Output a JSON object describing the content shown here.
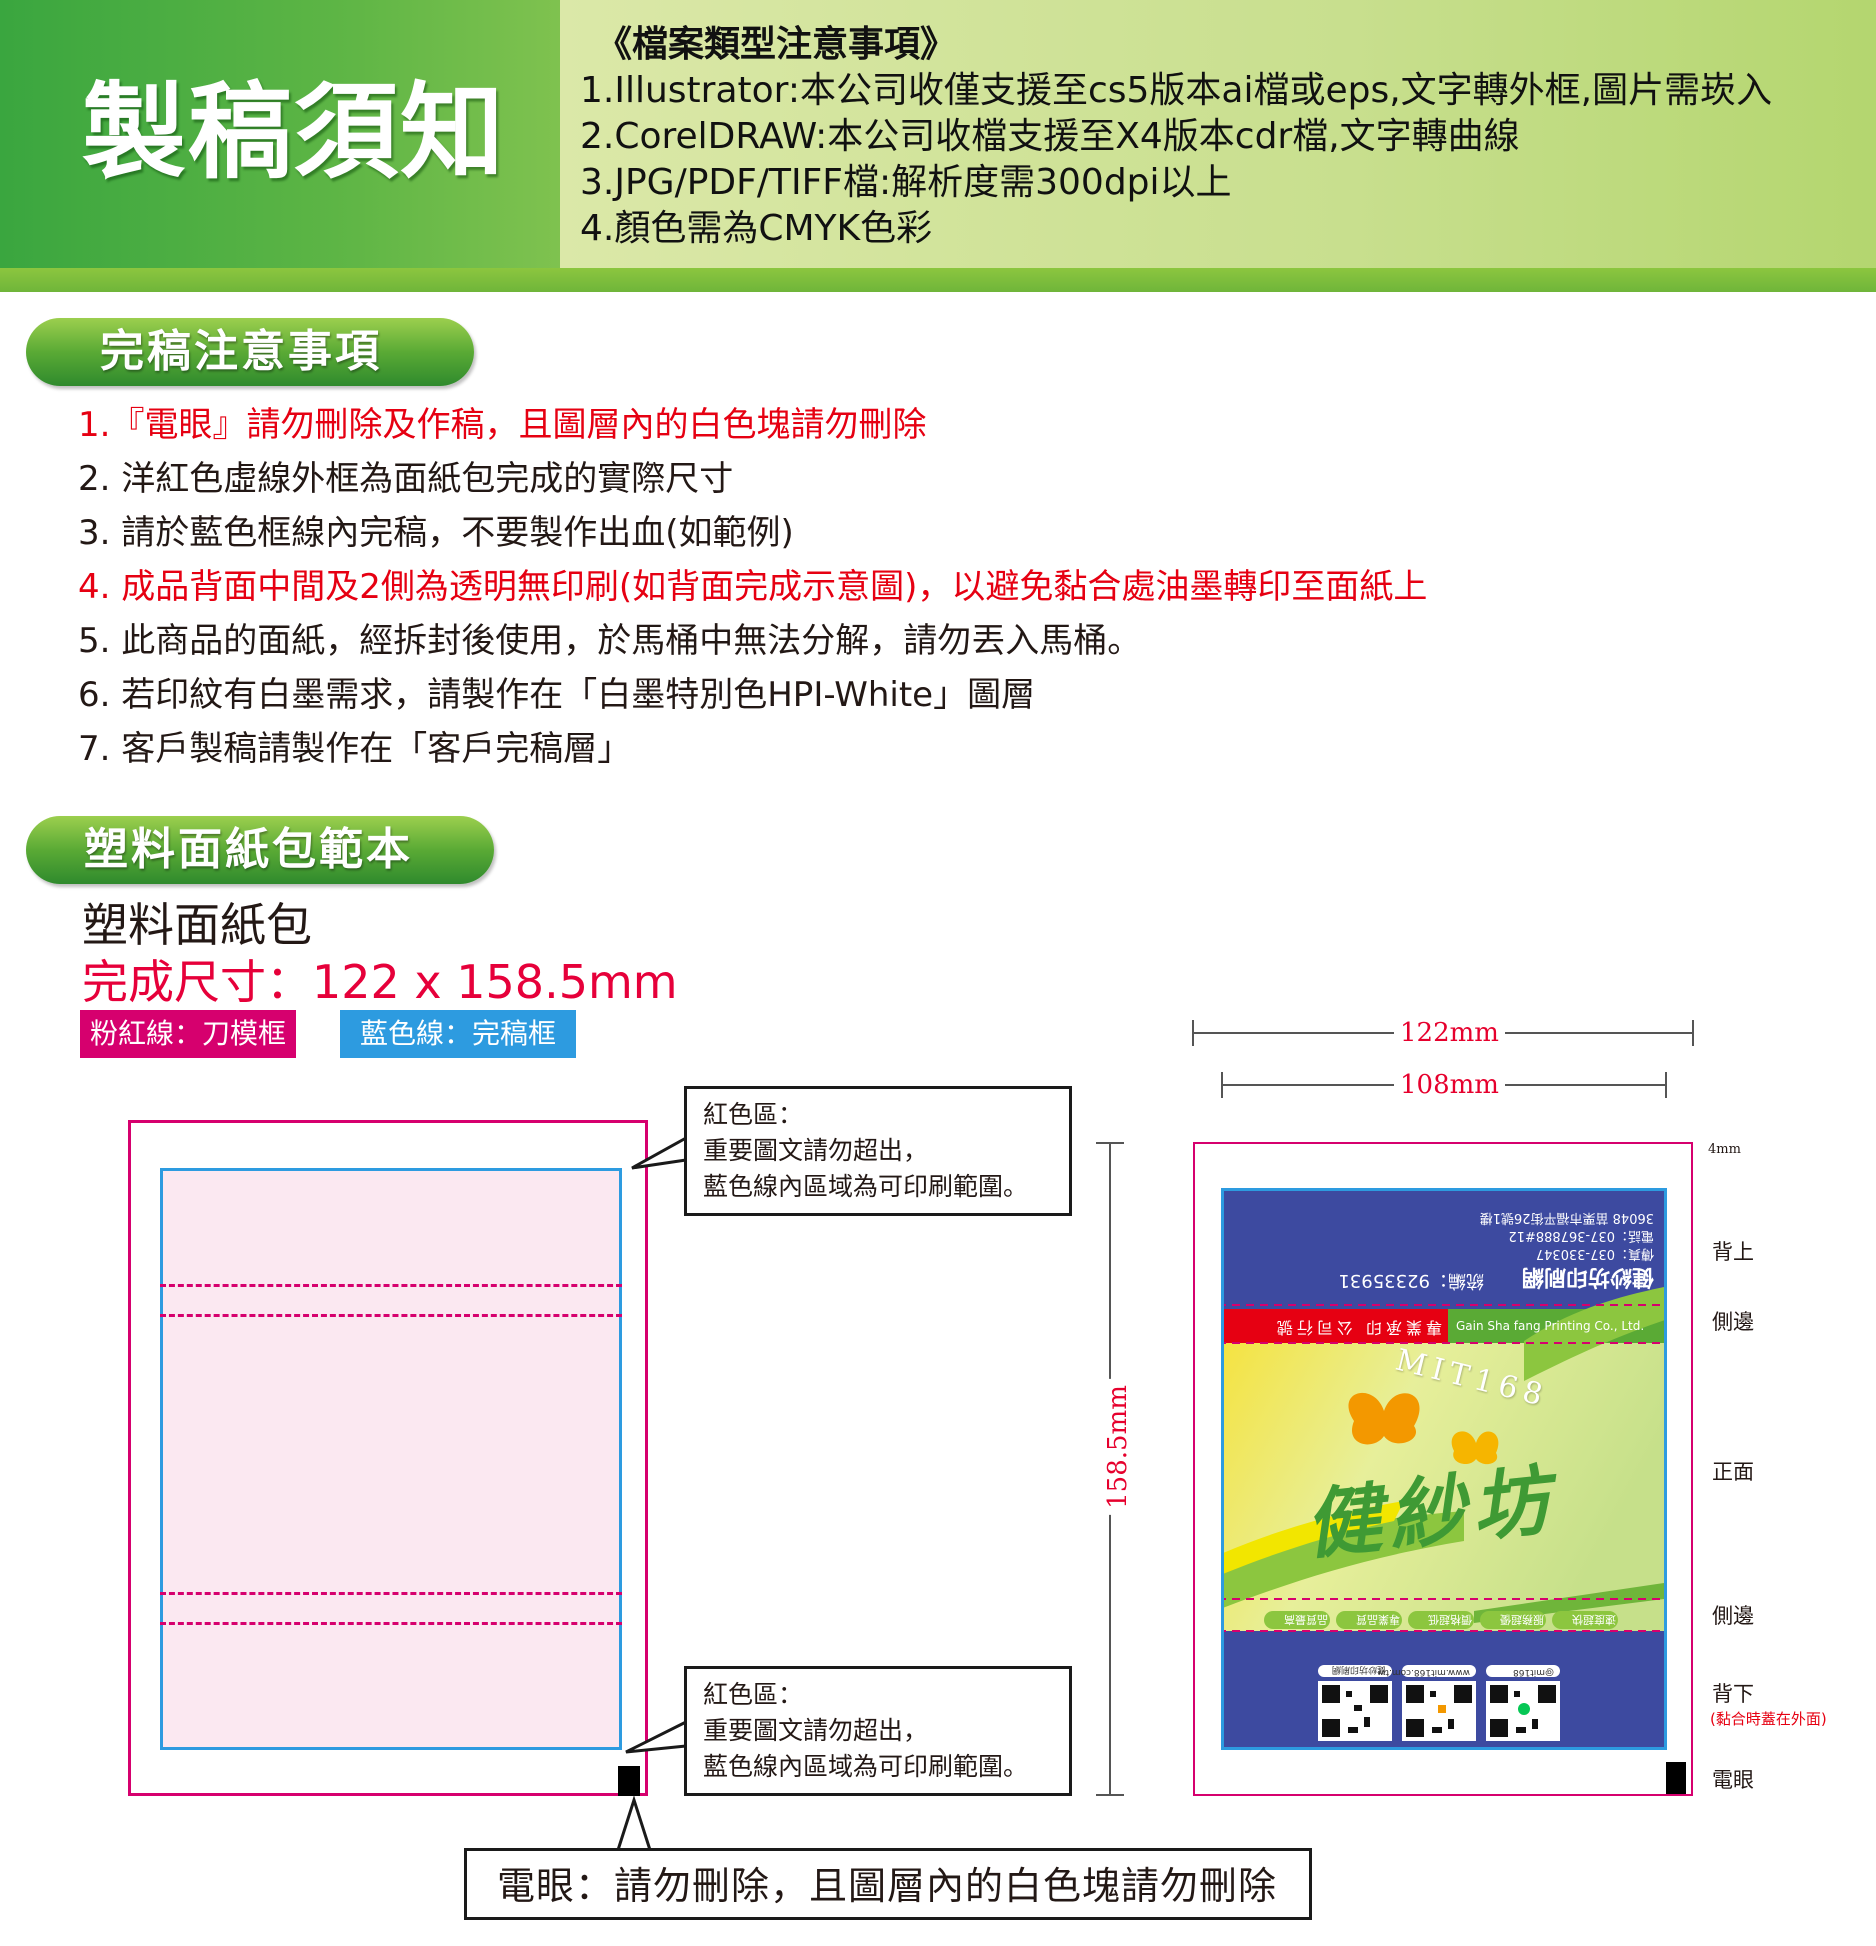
{
  "header": {
    "title": "製稿須知",
    "file_notes_heading": "《檔案類型注意事項》",
    "file_notes": [
      "1.Illustrator:本公司收僅支援至cs5版本ai檔或eps,文字轉外框,圖片需崁入",
      "2.CorelDRAW:本公司收檔支援至X4版本cdr檔,文字轉曲線",
      "3.JPG/PDF/TIFF檔:解析度需300dpi以上",
      "4.顏色需為CMYK色彩"
    ]
  },
  "checklist": {
    "heading": "完稿注意事項",
    "items": [
      {
        "text": "1.『電眼』請勿刪除及作稿，且圖層內的白色塊請勿刪除",
        "color": "#e60012"
      },
      {
        "text": "2. 洋紅色虛線外框為面紙包完成的實際尺寸",
        "color": "#231815"
      },
      {
        "text": "3. 請於藍色框線內完稿，不要製作出血(如範例)",
        "color": "#231815"
      },
      {
        "text": "4. 成品背面中間及2側為透明無印刷(如背面完成示意圖)，以避免黏合處油墨轉印至面紙上",
        "color": "#e60012"
      },
      {
        "text": "5. 此商品的面紙，經拆封後使用，於馬桶中無法分解，請勿丟入馬桶。",
        "color": "#231815"
      },
      {
        "text": "6. 若印紋有白墨需求，請製作在「白墨特別色HPI-White」圖層",
        "color": "#231815"
      },
      {
        "text": "7. 客戶製稿請製作在「客戶完稿層」",
        "color": "#231815"
      }
    ]
  },
  "template": {
    "heading": "塑料面紙包範本",
    "product_name": "塑料面紙包",
    "finished_size": "完成尺寸：122 x 158.5mm",
    "legend": {
      "pink": "粉紅線：刀模框",
      "blue": "藍色線：完稿框"
    },
    "callout_top": [
      "紅色區：",
      "重要圖文請勿超出，",
      "藍色線內區域為可印刷範圍。"
    ],
    "callout_bottom": [
      "紅色區：",
      "重要圖文請勿超出，",
      "藍色線內區域為可印刷範圍。"
    ],
    "eye_callout": "電眼：請勿刪除，且圖層內的白色塊請勿刪除",
    "dimensions": {
      "outer_width": "122mm",
      "inner_width": "108mm",
      "height": "158.5mm",
      "margin": "4mm"
    },
    "zones": {
      "back_top": "背上",
      "side_top": "側邊",
      "front": "正面",
      "side_bottom": "側邊",
      "back_bottom": "背下",
      "back_bottom_note": "(黏合時蓋在外面)",
      "eye": "電眼"
    },
    "sample": {
      "company": "健紗坊印刷網",
      "tax_id": "統編：92335931",
      "fax": "傳真：037-330347",
      "phone": "電話：037-367888#12",
      "address": "36048 苗栗市福平街26號1樓",
      "slogan_cn": "專業承印 公司行號",
      "slogan_en": "Gain Sha fang Printing Co., Ltd.",
      "brand_mark": "MIT168",
      "brand_name": "健紗坊",
      "tags": [
        "速度超快",
        "服務超優",
        "價格超低",
        "專業品質",
        "品質最高"
      ],
      "url": "www.mit168.com.tw",
      "fb": "健紗坊印刷網",
      "line": "@mit168"
    }
  },
  "colors": {
    "banner_green": "#4fae3f",
    "banner_light": "#c8df8e",
    "die_line": "#d6006e",
    "art_line": "#2d9be0",
    "warning_red": "#e60012",
    "sample_navy": "#3d4aa0"
  }
}
